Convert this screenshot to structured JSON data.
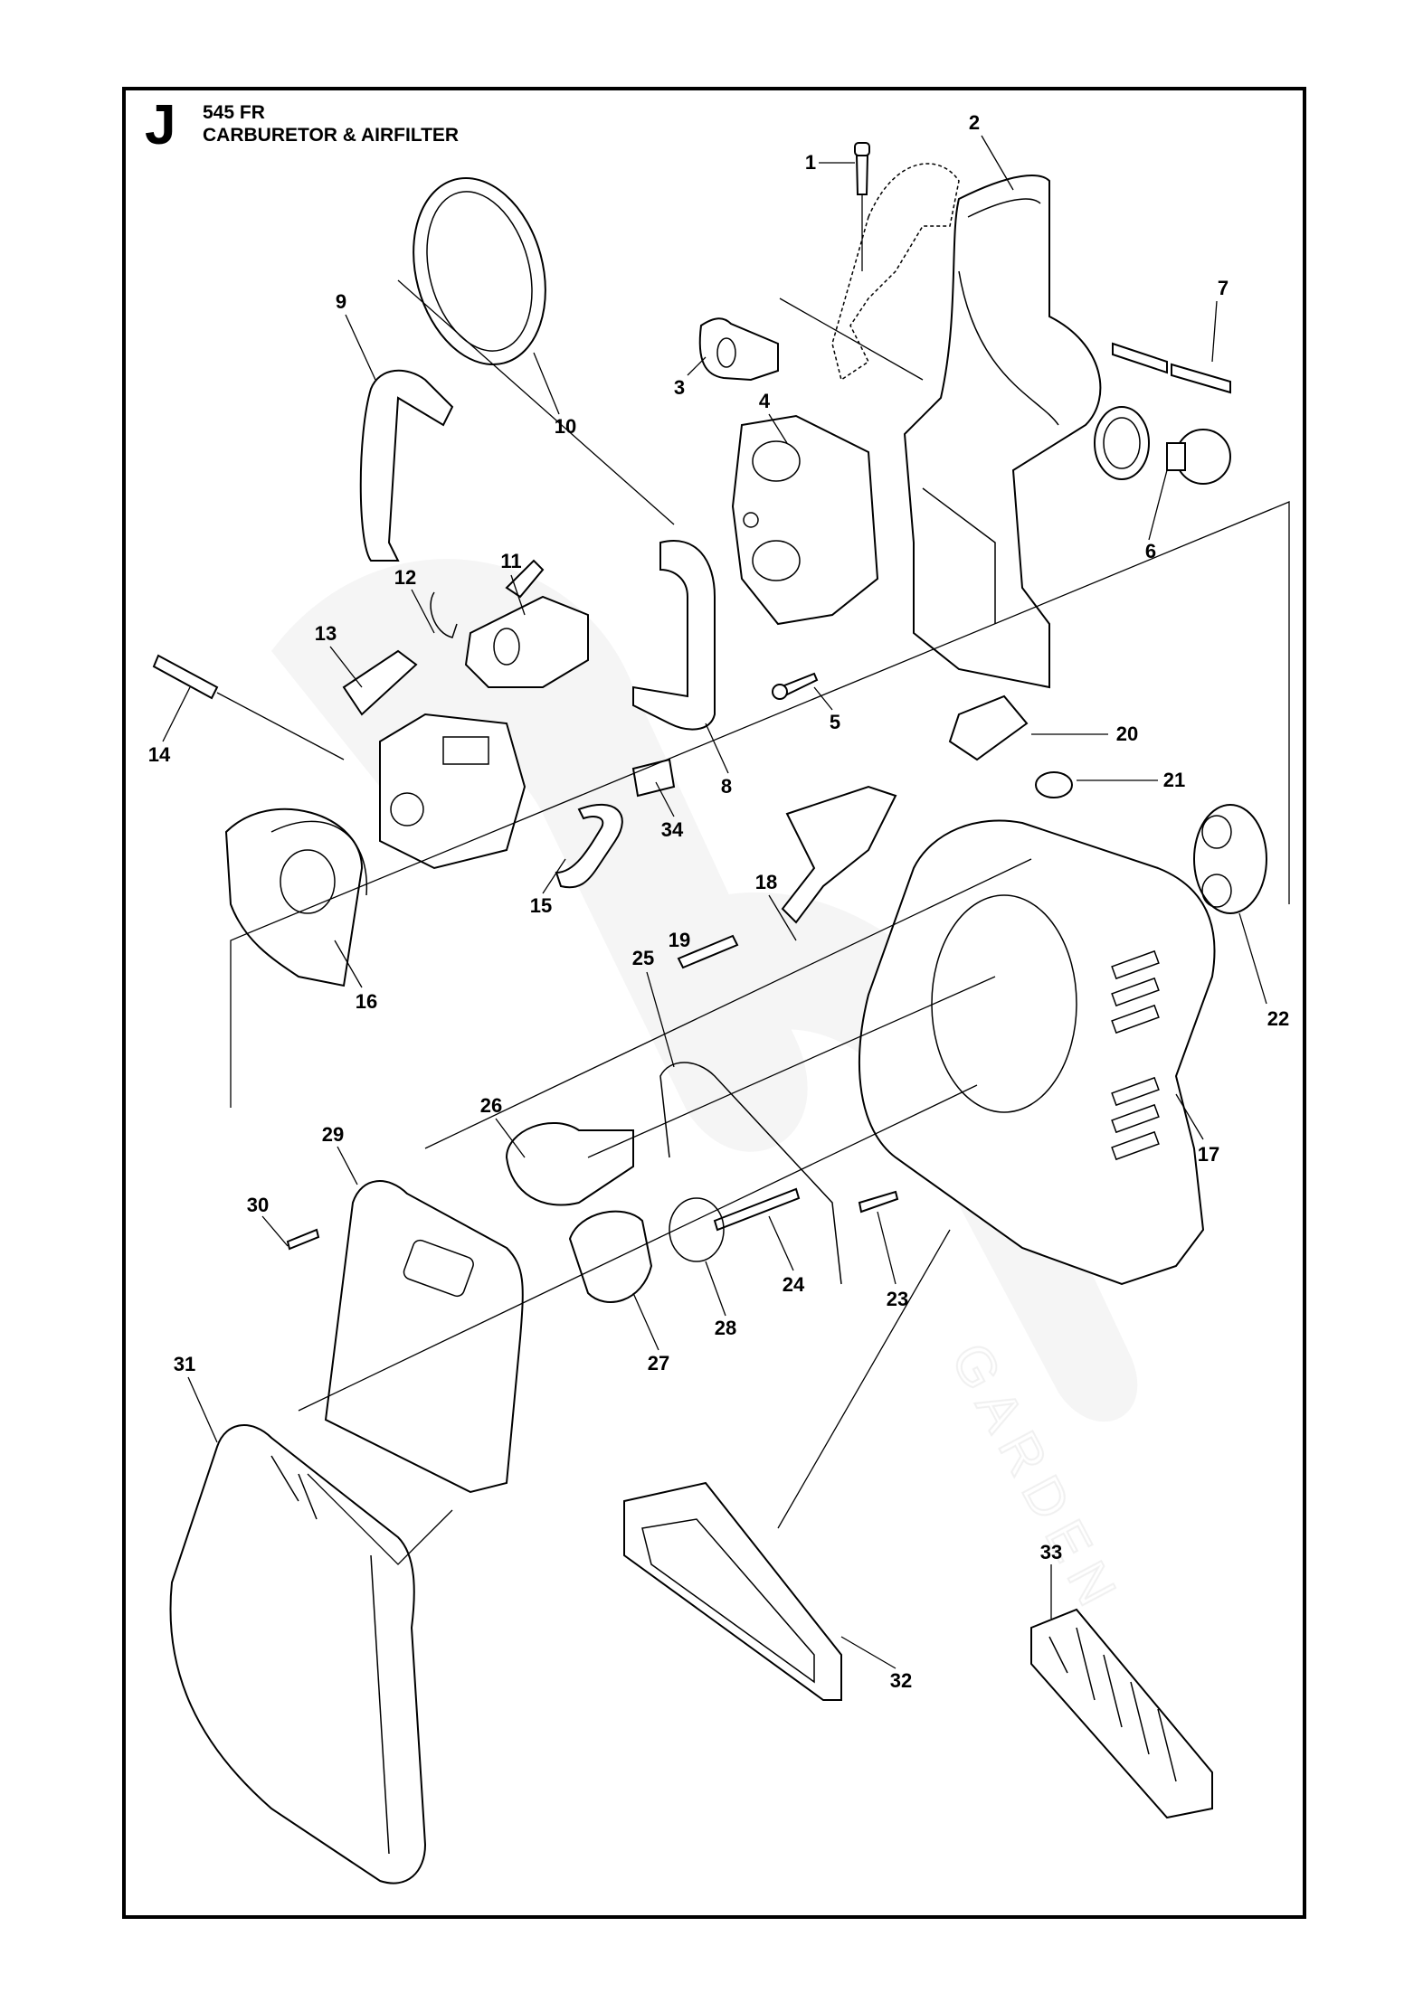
{
  "header": {
    "section_letter": "J",
    "model": "545 FR",
    "title": "CARBURETOR & AIRFILTER"
  },
  "watermark": {
    "brand_text": "GARDEN"
  },
  "callouts": [
    {
      "id": 1,
      "label": "1"
    },
    {
      "id": 2,
      "label": "2"
    },
    {
      "id": 3,
      "label": "3"
    },
    {
      "id": 4,
      "label": "4"
    },
    {
      "id": 5,
      "label": "5"
    },
    {
      "id": 6,
      "label": "6"
    },
    {
      "id": 7,
      "label": "7"
    },
    {
      "id": 8,
      "label": "8"
    },
    {
      "id": 9,
      "label": "9"
    },
    {
      "id": 10,
      "label": "10"
    },
    {
      "id": 11,
      "label": "11"
    },
    {
      "id": 12,
      "label": "12"
    },
    {
      "id": 13,
      "label": "13"
    },
    {
      "id": 14,
      "label": "14"
    },
    {
      "id": 15,
      "label": "15"
    },
    {
      "id": 16,
      "label": "16"
    },
    {
      "id": 17,
      "label": "17"
    },
    {
      "id": 18,
      "label": "18"
    },
    {
      "id": 19,
      "label": "19"
    },
    {
      "id": 20,
      "label": "20"
    },
    {
      "id": 21,
      "label": "21"
    },
    {
      "id": 22,
      "label": "22"
    },
    {
      "id": 23,
      "label": "23"
    },
    {
      "id": 24,
      "label": "24"
    },
    {
      "id": 25,
      "label": "25"
    },
    {
      "id": 26,
      "label": "26"
    },
    {
      "id": 27,
      "label": "27"
    },
    {
      "id": 28,
      "label": "28"
    },
    {
      "id": 29,
      "label": "29"
    },
    {
      "id": 30,
      "label": "30"
    },
    {
      "id": 31,
      "label": "31"
    },
    {
      "id": 32,
      "label": "32"
    },
    {
      "id": 33,
      "label": "33"
    },
    {
      "id": 34,
      "label": "34"
    }
  ]
}
